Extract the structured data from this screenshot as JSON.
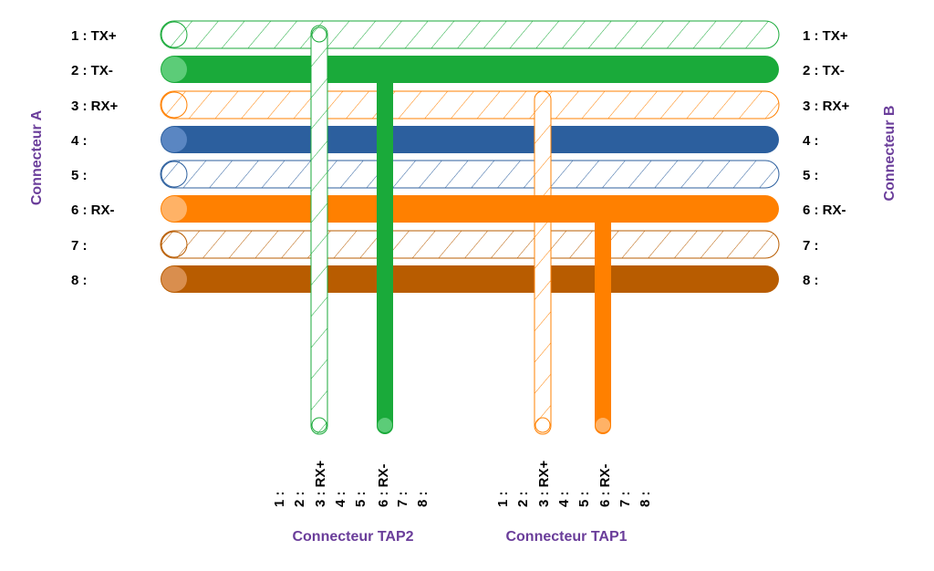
{
  "connectors": {
    "a": "Connecteur A",
    "b": "Connecteur B",
    "tap2": "Connecteur TAP2",
    "tap1": "Connecteur TAP1"
  },
  "colors": {
    "green": "#1aaa3a",
    "orange": "#ff8000",
    "blue": "#2c5f9e",
    "brown": "#b85c00",
    "label_purple": "#6a3d9a"
  },
  "main_pins": [
    {
      "label": "1 : TX+",
      "color": "#1aaa3a",
      "style": "striped"
    },
    {
      "label": "2 : TX-",
      "color": "#1aaa3a",
      "style": "solid"
    },
    {
      "label": "3 : RX+",
      "color": "#ff8000",
      "style": "striped"
    },
    {
      "label": "4 :",
      "color": "#2c5f9e",
      "style": "solid"
    },
    {
      "label": "5 :",
      "color": "#2c5f9e",
      "style": "striped"
    },
    {
      "label": "6 : RX-",
      "color": "#ff8000",
      "style": "solid"
    },
    {
      "label": "7 :",
      "color": "#b85c00",
      "style": "striped"
    },
    {
      "label": "8 :",
      "color": "#b85c00",
      "style": "solid"
    }
  ],
  "tap2_pins": [
    "1 :",
    "2 :",
    "3 : RX+",
    "4 :",
    "5 :",
    "6 : RX-",
    "7 :",
    "8 :"
  ],
  "tap1_pins": [
    "1 :",
    "2 :",
    "3 : RX+",
    "4 :",
    "5 :",
    "6 : RX-",
    "7 :",
    "8 :"
  ]
}
